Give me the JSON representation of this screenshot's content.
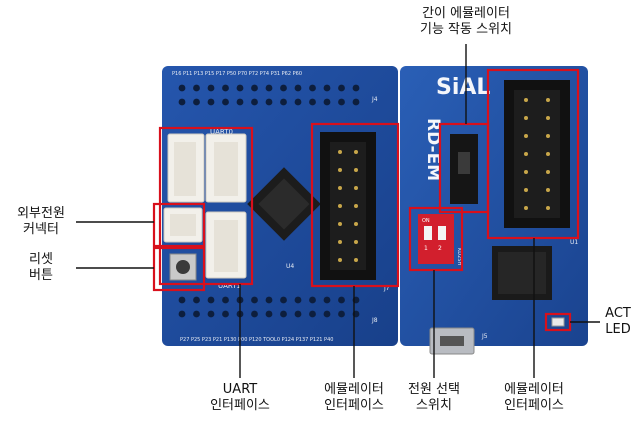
{
  "annotations": {
    "simple_emulator_switch": [
      "간이 에뮬레이터",
      "기능 작동 스위치"
    ],
    "external_power_connector": [
      "외부전원",
      "커넥터"
    ],
    "reset_button": [
      "리셋",
      "버튼"
    ],
    "uart_interface": [
      "UART",
      "인터페이스"
    ],
    "emulator_interface_left": [
      "에뮬레이터",
      "인터페이스"
    ],
    "power_select_switch": [
      "전원 선택",
      "스위치"
    ],
    "emulator_interface_right": [
      "에뮬레이터",
      "인터페이스"
    ],
    "act_led": [
      "ACT",
      "LED"
    ]
  },
  "board_text": {
    "brand": "SiAL",
    "model": "RD-EM",
    "uart0": "UART0",
    "uart1": "UART1",
    "j4": "J4",
    "j8": "J8",
    "j7": "J7",
    "u1": "U1",
    "u4": "U4",
    "j5": "J5",
    "sw_on": "ON",
    "sw_code": "KD2SH",
    "sw_1": "1",
    "sw_2": "2",
    "top_pins": "P16 P11 P13 P15 P17 P50 P70 P72 P74 P31 P62 P60",
    "bottom_pins": "P27 P25 P23 P21 P130 P00 P120 TOOL0 P124 P137 P121 P40"
  },
  "colors": {
    "pcb_blue": "#1f4d9e",
    "pcb_dark": "#17397a",
    "callout_red": "#d8101c",
    "header_black": "#111111",
    "connector_white": "#f2f0ea"
  }
}
